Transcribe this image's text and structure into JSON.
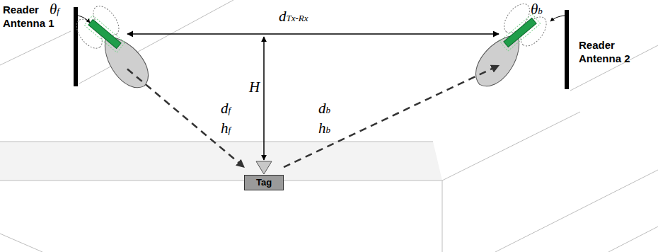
{
  "diagram": {
    "nodes": [
      {
        "text": [
          "Reader Antenna 1"
        ]
      },
      {
        "text": [
          "Reader Antenna 2"
        ]
      },
      {
        "text": [
          "Tag"
        ]
      }
    ],
    "edges": [
      {
        "from": 0,
        "to": 2,
        "arrow": "to",
        "label": "df"
      },
      {
        "from": 2,
        "to": 1,
        "arrow": "to",
        "label": "db"
      },
      {
        "from": 0,
        "to": 1,
        "arrow": "both",
        "label": "dTx-Rx"
      }
    ],
    "labels": [
      "θf",
      "θb",
      "H",
      "hf",
      "hb"
    ]
  }
}
